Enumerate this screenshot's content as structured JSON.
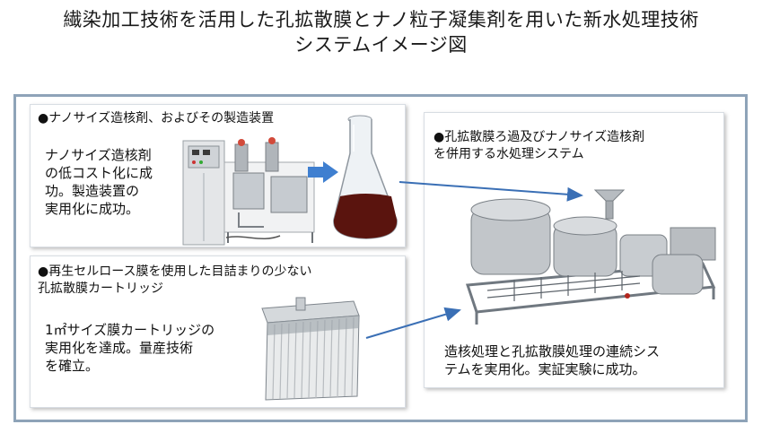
{
  "title": {
    "line1": "繊染加工技術を活用した孔拡散膜とナノ粒子凝集剤を用いた新水処理技術",
    "line2": "システムイメージ図"
  },
  "nano_panel": {
    "heading": "●ナノサイズ造核剤、およびその製造装置",
    "desc": [
      "ナノサイズ造核剤",
      "の低コスト化に成",
      "功。製造装置の",
      "実用化に成功。"
    ]
  },
  "membrane_panel": {
    "heading": [
      "●再生セルロース膜を使用した目詰まりの少ない",
      "孔拡散膜カートリッジ"
    ],
    "desc": [
      "1㎡サイズ膜カートリッジの",
      "実用化を達成。量産技術",
      "を確立。"
    ]
  },
  "system_panel": {
    "heading": [
      "●孔拡散膜ろ過及びナノサイズ造核剤",
      "を併用する水処理システム"
    ],
    "desc": [
      "造核処理と孔拡散膜処理の連続シス",
      "テムを実用化。実証実験に成功。"
    ]
  },
  "colors": {
    "frame": "#8ea3b8",
    "arrow": "#3a6fb5",
    "block_arrow": "#3f7fd0",
    "liquid": "#5a140e"
  },
  "icons": {
    "block_arrow": "right-arrow-icon",
    "connector_arrows": "arrow-icon"
  }
}
